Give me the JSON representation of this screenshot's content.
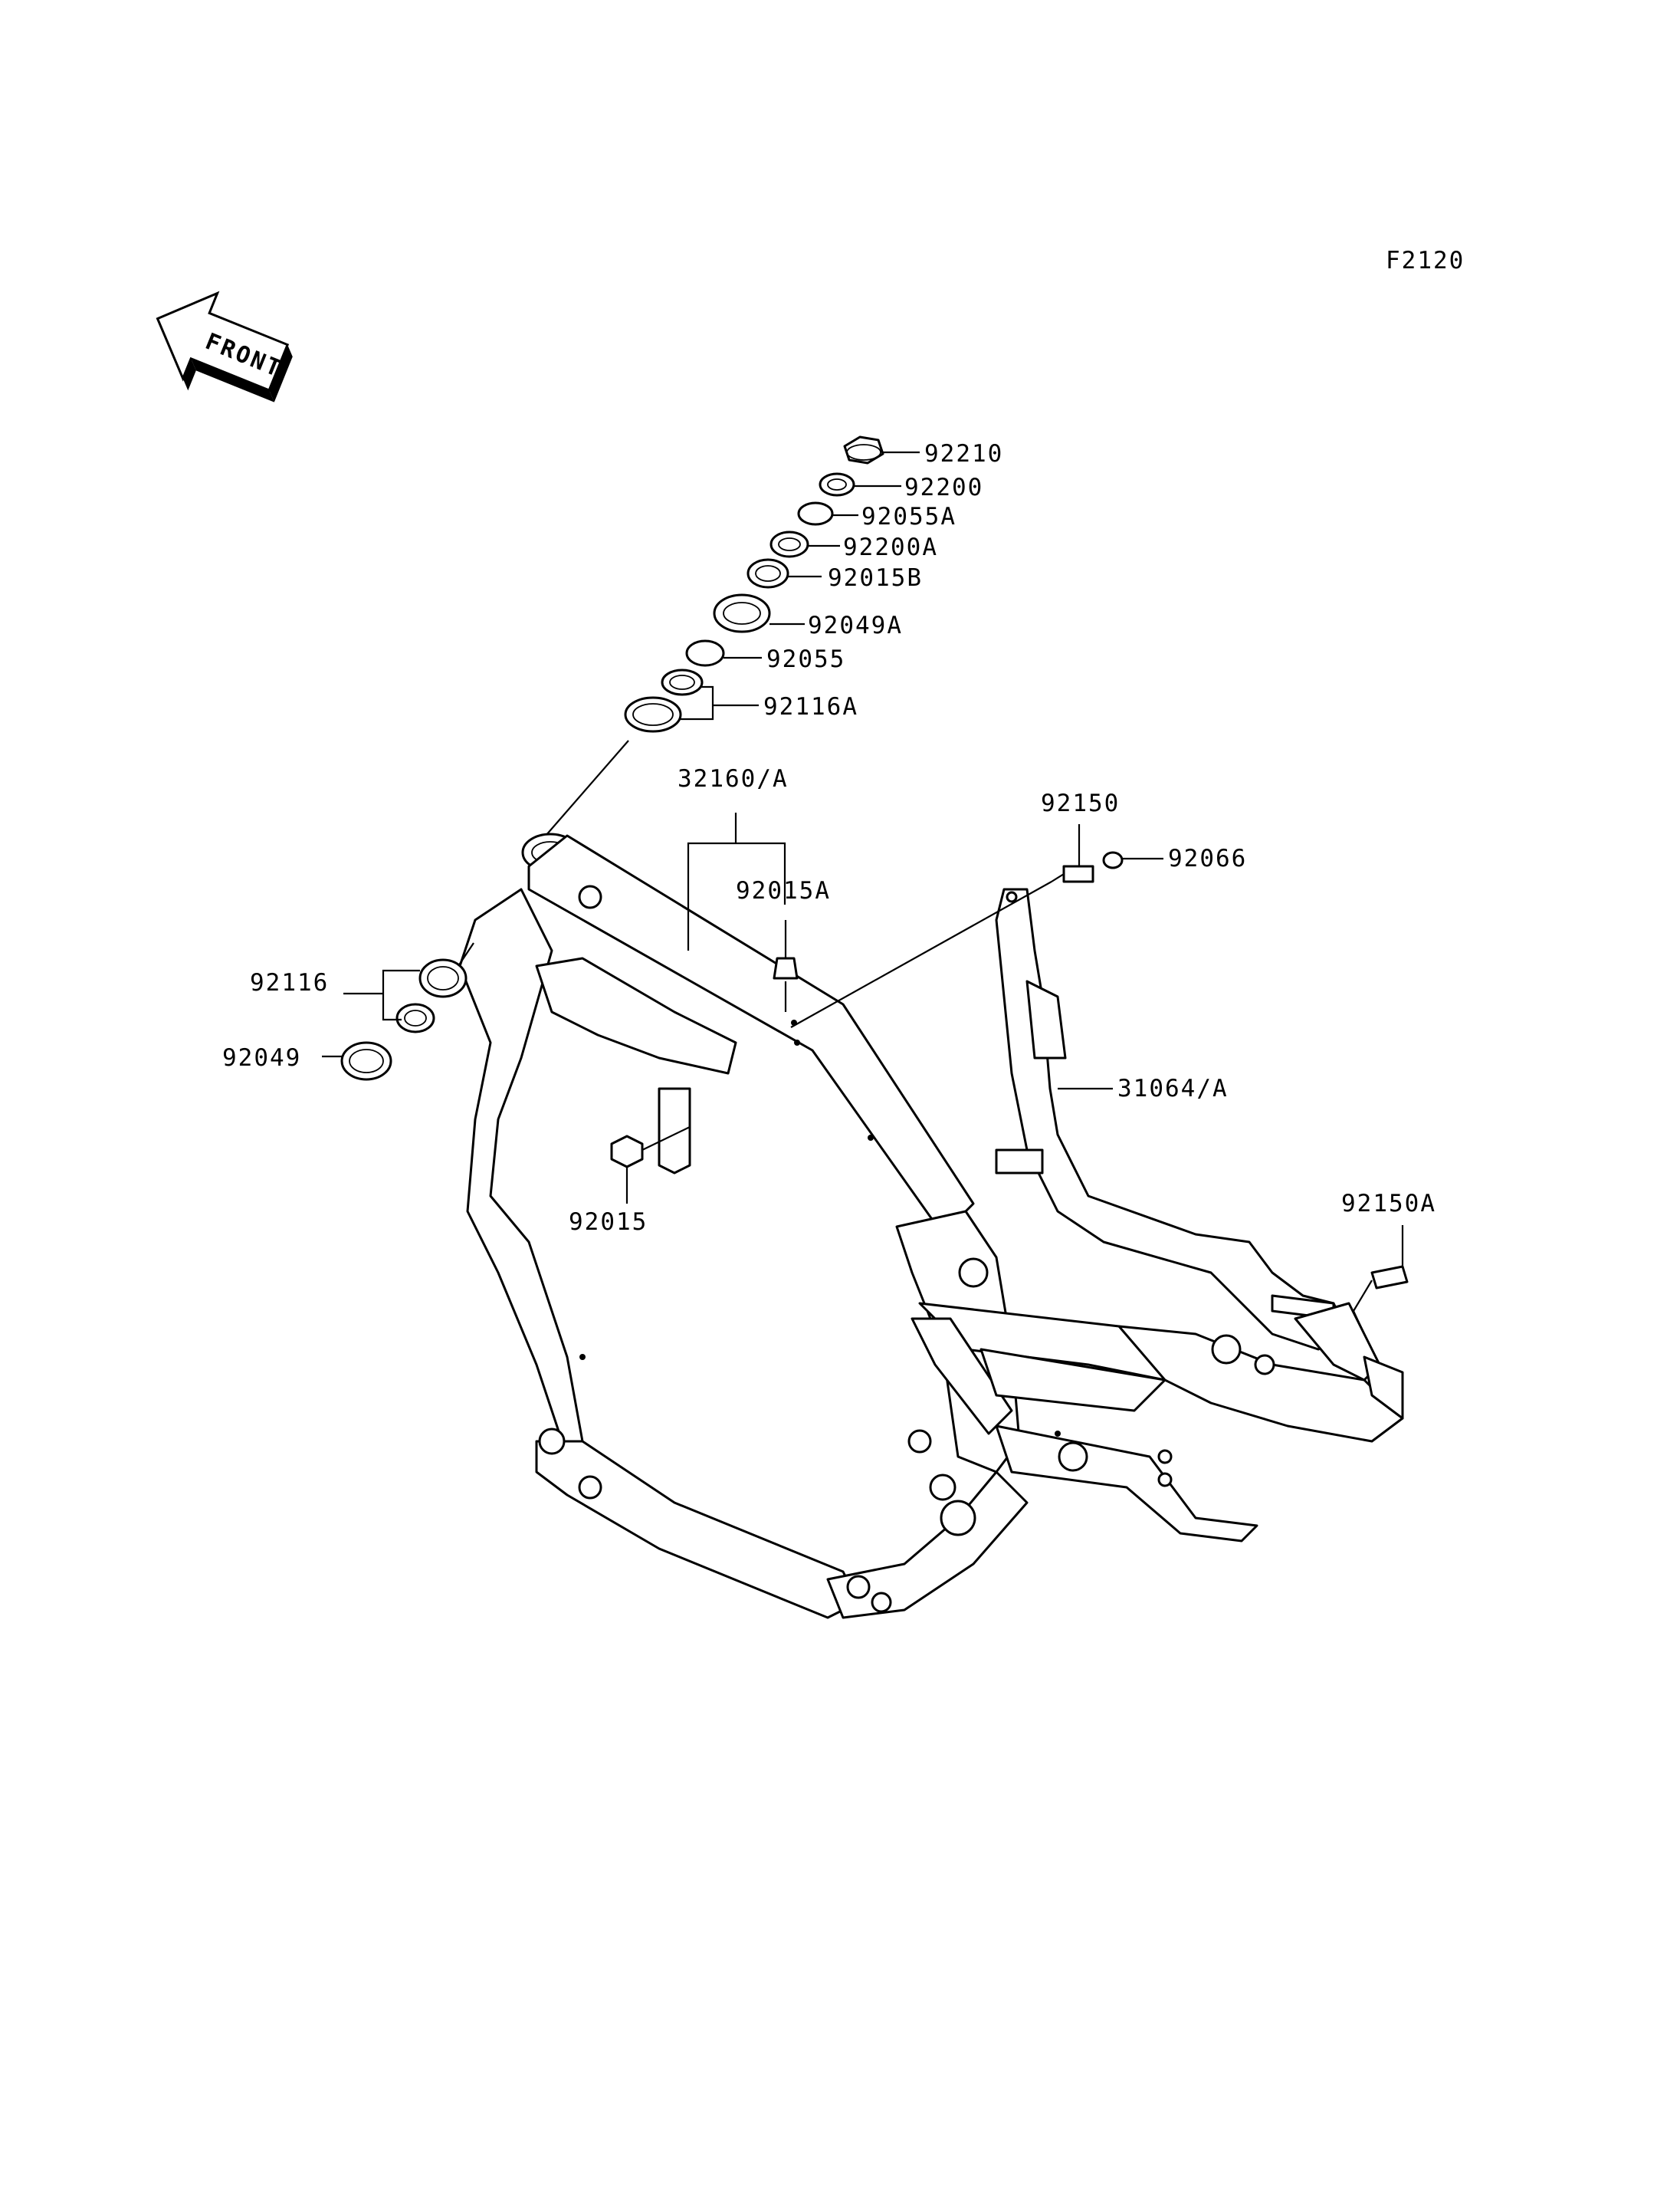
{
  "figure_code": "F2120",
  "front_label": "FRONT",
  "callouts": [
    {
      "id": "92210",
      "text": "92210"
    },
    {
      "id": "92200",
      "text": "92200"
    },
    {
      "id": "92055A",
      "text": "92055A"
    },
    {
      "id": "92200A",
      "text": "92200A"
    },
    {
      "id": "92015B",
      "text": "92015B"
    },
    {
      "id": "92049A",
      "text": "92049A"
    },
    {
      "id": "92055",
      "text": "92055"
    },
    {
      "id": "92116A",
      "text": "92116A"
    },
    {
      "id": "32160A",
      "text": "32160/A"
    },
    {
      "id": "92015A",
      "text": "92015A"
    },
    {
      "id": "92150",
      "text": "92150"
    },
    {
      "id": "92066",
      "text": "92066"
    },
    {
      "id": "92116",
      "text": "92116"
    },
    {
      "id": "92049",
      "text": "92049"
    },
    {
      "id": "31064A",
      "text": "31064/A"
    },
    {
      "id": "92015",
      "text": "92015"
    },
    {
      "id": "92150A",
      "text": "92150A"
    }
  ]
}
